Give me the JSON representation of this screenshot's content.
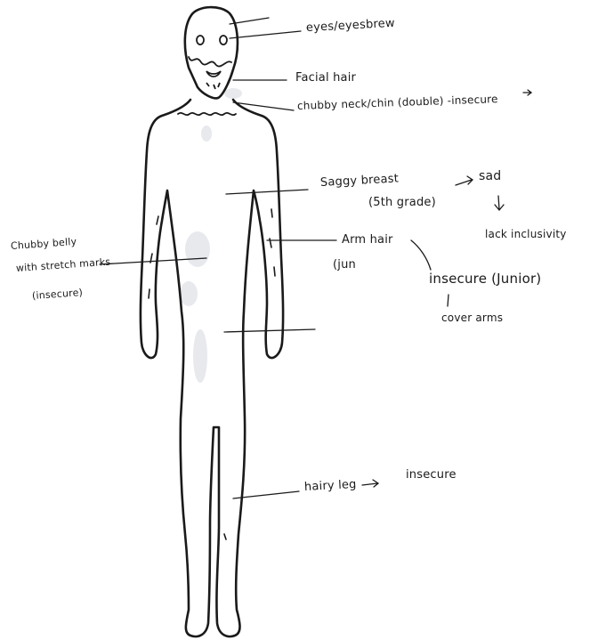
{
  "annotations": {
    "eyes": "eyes/eyesbrew",
    "facial_hair": "Facial hair",
    "neck": "chubby neck/chin (double) -insecure",
    "breast": "Saggy breast",
    "breast_grade": "(5th grade)",
    "sad": "sad",
    "lack": "lack inclusivity",
    "arm_hair": "Arm hair",
    "jun": "(jun",
    "insecure_junior": "insecure (Junior)",
    "cover_arms": "cover arms",
    "belly_line1": "Chubby belly",
    "belly_line2": "with stretch marks",
    "belly_line3": "(insecure)",
    "leg": "hairy leg",
    "leg_insecure": "insecure"
  },
  "colors": {
    "ink": "#1a1a1a",
    "paper": "#ffffff"
  }
}
